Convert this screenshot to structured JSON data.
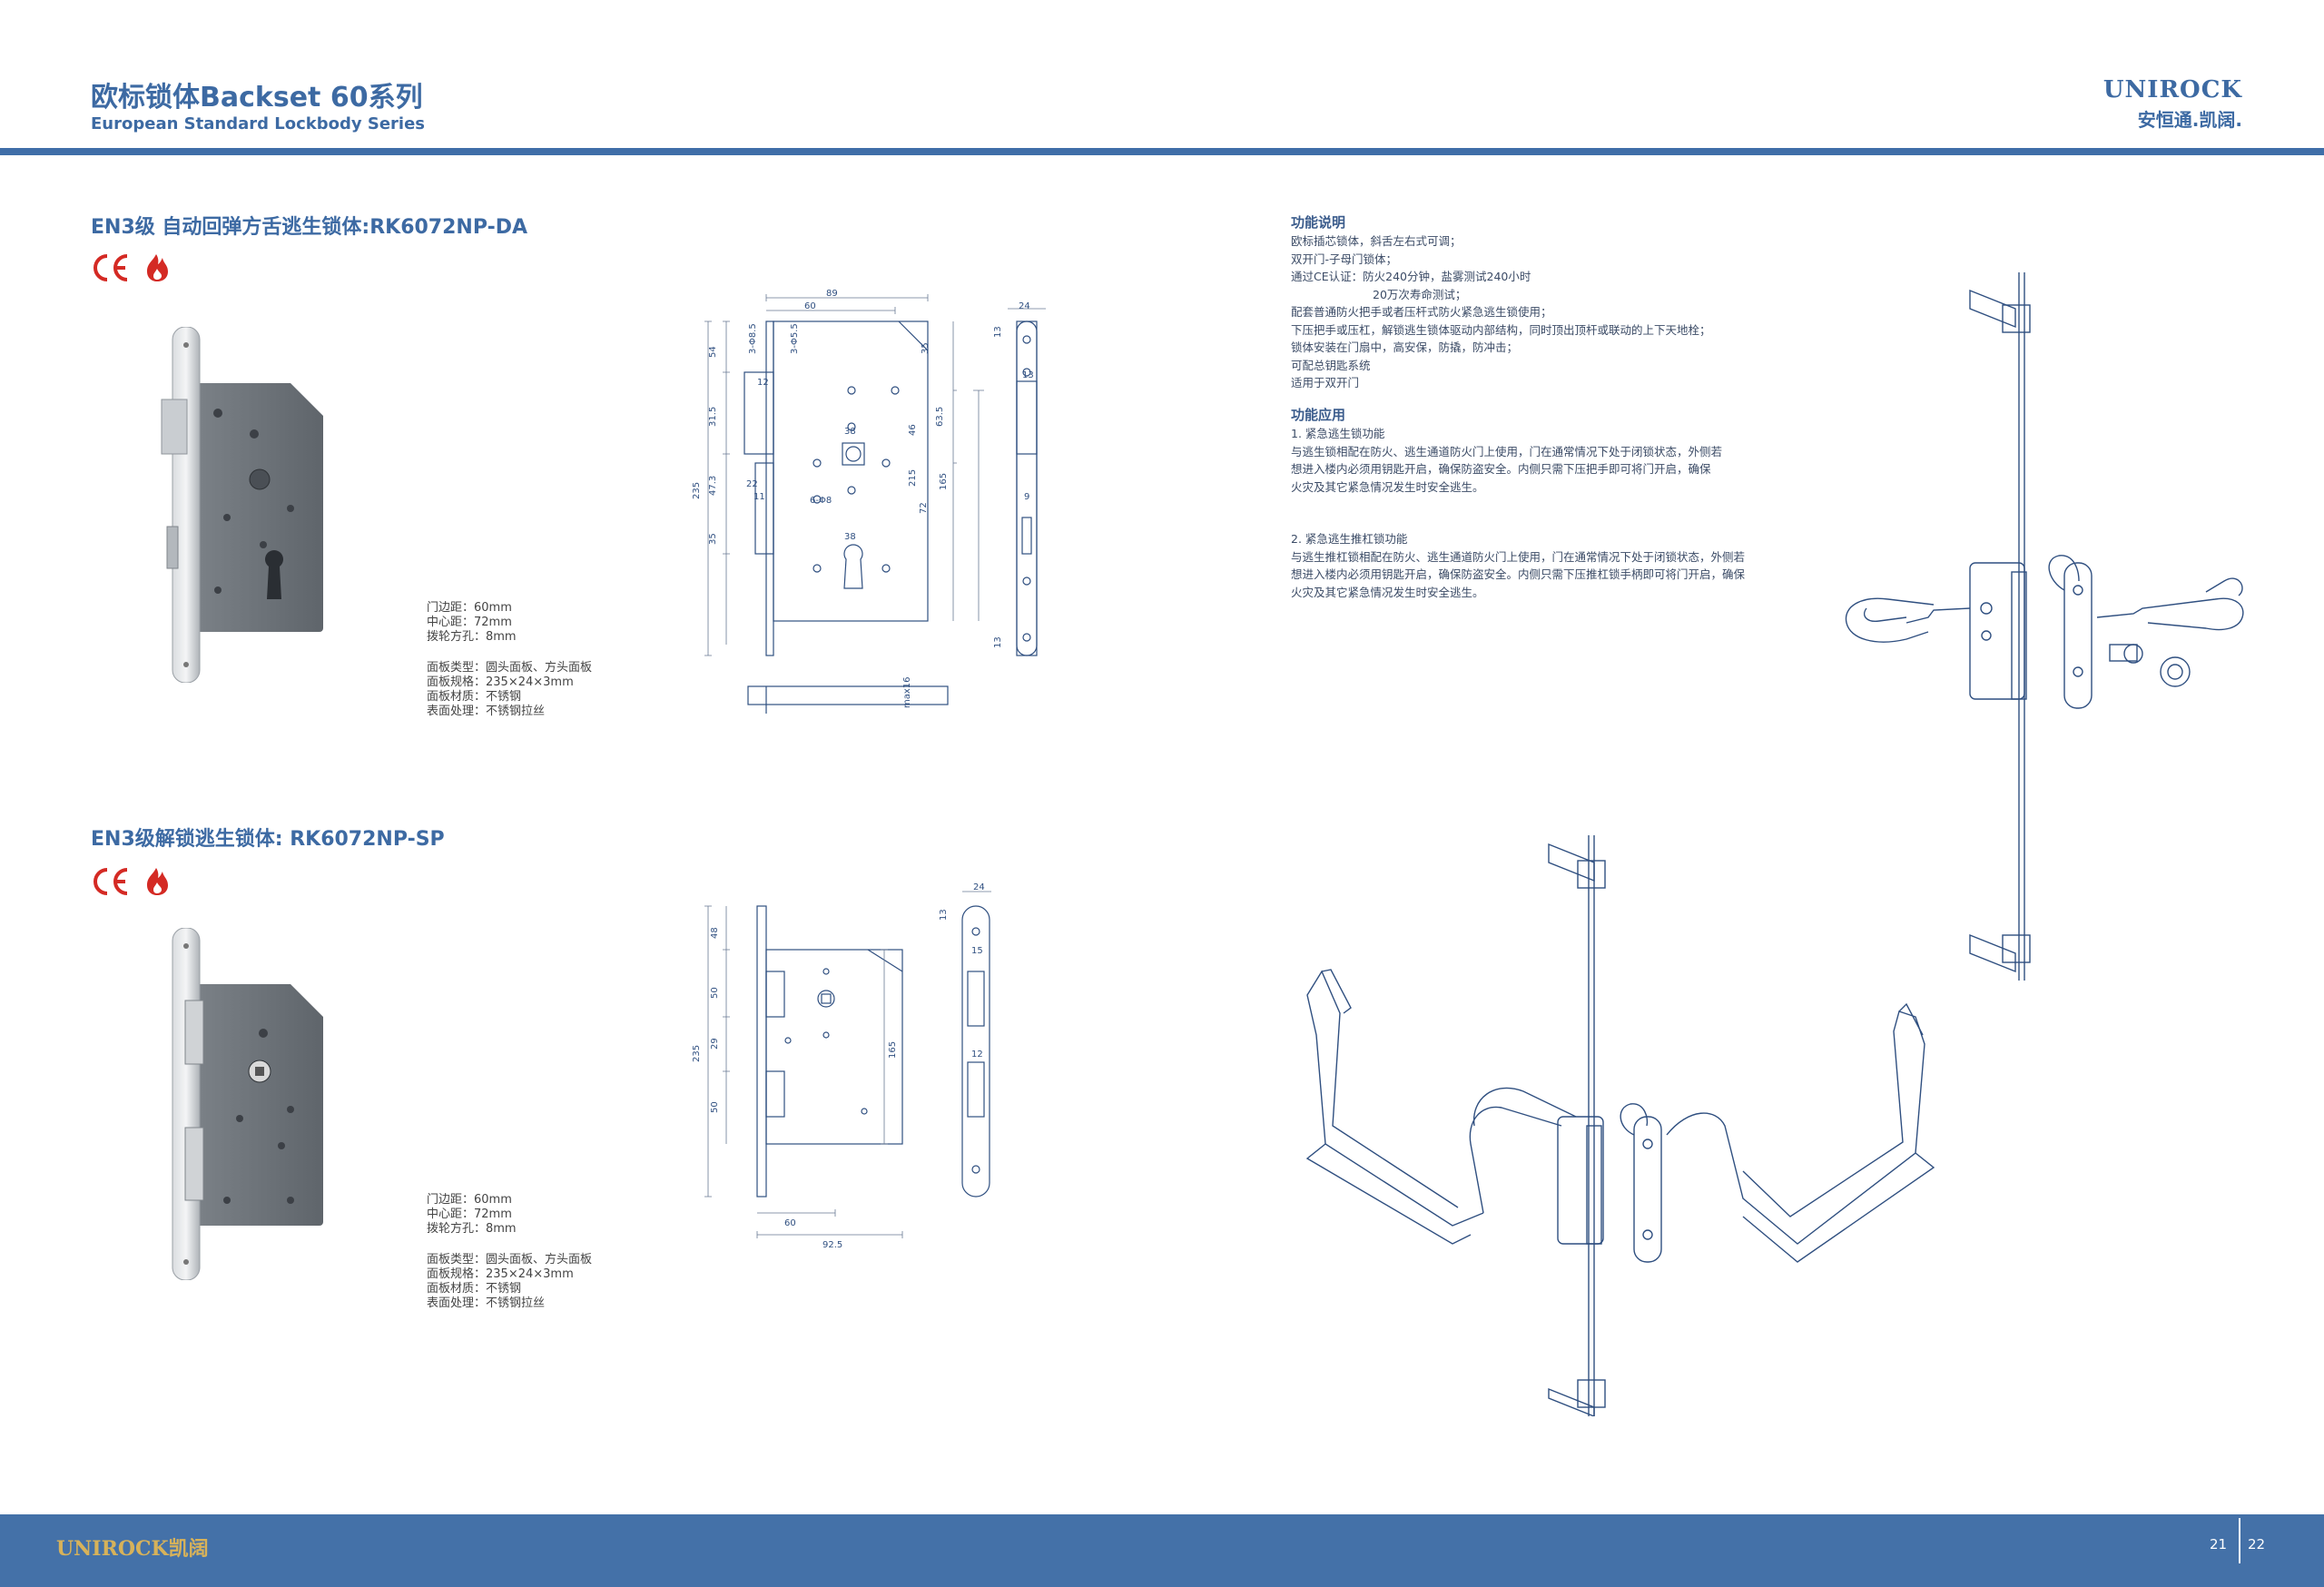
{
  "header": {
    "title": "欧标锁体Backset 60系列",
    "subtitle": "European Standard Lockbody Series"
  },
  "brand": {
    "name": "UNIROCK",
    "cn": "安恒通.凯阔."
  },
  "products": [
    {
      "heading": "EN3级 自动回弹方舌逃生锁体:RK6072NP-DA",
      "specs_a": [
        "门边距：60mm",
        "中心距：72mm",
        "拨轮方孔：8mm"
      ],
      "specs_b": [
        "面板类型：圆头面板、方头面板",
        "面板规格：235×24×3mm",
        "面板材质：不锈钢",
        "表面处理：不锈钢拉丝"
      ],
      "dims": {
        "w89": "89",
        "w60": "60",
        "w24": "24",
        "d54": "54",
        "d315": "31.5",
        "d473": "47.3",
        "d35": "35",
        "d235": "235",
        "d12": "12",
        "d22": "22",
        "d11": "11",
        "d38a": "38",
        "d38b": "38",
        "d6": "6-Φ8",
        "d3a": "3-Φ8.5",
        "d3b": "3-Φ5.5",
        "d35r": "35",
        "d635": "63.5",
        "d46": "46",
        "d215": "215",
        "d165": "165",
        "d72": "72",
        "d13a": "13",
        "d13b": "13",
        "d13c": "13",
        "d9": "9",
        "max16": "max16"
      }
    },
    {
      "heading": "EN3级解锁逃生锁体: RK6072NP-SP",
      "specs_a": [
        "门边距：60mm",
        "中心距：72mm",
        "拨轮方孔：8mm"
      ],
      "specs_b": [
        "面板类型：圆头面板、方头面板",
        "面板规格：235×24×3mm",
        "面板材质：不锈钢",
        "表面处理：不锈钢拉丝"
      ],
      "dims": {
        "d48": "48",
        "d50a": "50",
        "d29": "29",
        "d50b": "50",
        "d235": "235",
        "d165": "165",
        "d60": "60",
        "d925": "92.5",
        "d24": "24",
        "d13": "13",
        "d15": "15",
        "d12": "12"
      }
    }
  ],
  "function_desc": {
    "title": "功能说明",
    "lines": [
      "欧标插芯锁体，斜舌左右式可调；",
      "双开门-子母门锁体；",
      "通过CE认证：防火240分钟，盐雾测试240小时",
      "20万次寿命测试；",
      "配套普通防火把手或者压杆式防火紧急逃生锁使用；",
      "下压把手或压杠，解锁逃生锁体驱动内部结构，同时顶出顶杆或联动的上下天地栓；",
      "锁体安装在门扇中，高安保，防撬，防冲击；",
      "可配总钥匙系统",
      "适用于双开门"
    ]
  },
  "function_app": {
    "title": "功能应用",
    "p1_title": "1. 紧急逃生锁功能",
    "p1_lines": [
      "与逃生锁相配在防火、逃生通道防火门上使用，门在通常情况下处于闭锁状态，外侧若",
      "想进入楼内必须用钥匙开启，确保防盗安全。内侧只需下压把手即可将门开启，确保",
      "火灾及其它紧急情况发生时安全逃生。"
    ],
    "p2_title": "2. 紧急逃生推杠锁功能",
    "p2_lines": [
      "与逃生推杠锁相配在防火、逃生通道防火门上使用，门在通常情况下处于闭锁状态，外侧若",
      "想进入楼内必须用钥匙开启，确保防盗安全。内侧只需下压推杠锁手柄即可将门开启，确保",
      "火灾及其它紧急情况发生时安全逃生。"
    ]
  },
  "footer": {
    "brand": "UNIROCK凯阔",
    "page_left": "21",
    "page_right": "22"
  },
  "icons": [
    "ce-mark-icon",
    "fire-icon"
  ],
  "colors": {
    "accent": "#3f6ea8",
    "footer": "#4471a8",
    "footer_brand": "#d7b25a",
    "fire": "#d42a24"
  }
}
